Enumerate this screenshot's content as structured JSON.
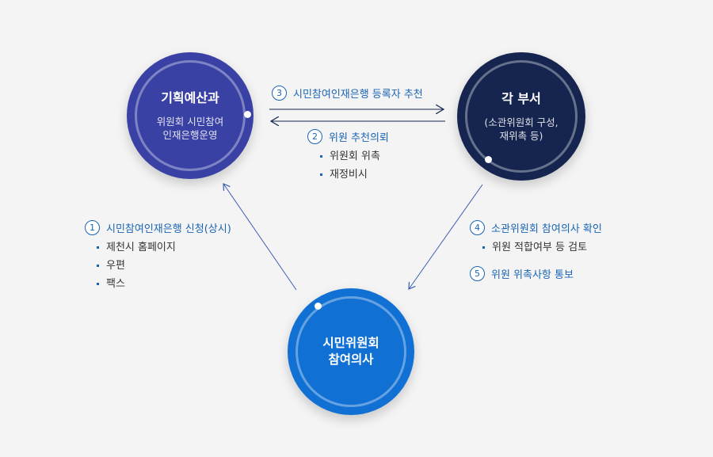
{
  "nodes": {
    "planning_dept": {
      "title": "기획예산과",
      "subtitle_lines": [
        "위원회 시민참여",
        "인재은행운영"
      ]
    },
    "each_dept": {
      "title": "각 부서",
      "subtitle_lines": [
        "(소관위원회 구성,",
        "재위촉 등)"
      ]
    },
    "citizen_member": {
      "title_lines": [
        "시민위원회",
        "참여의사"
      ]
    }
  },
  "steps": [
    {
      "num": "1",
      "label": "시민참여인재은행 신청(상시)",
      "bullets": [
        "제천시 홈페이지",
        "우편",
        "팩스"
      ]
    },
    {
      "num": "2",
      "label": "위원 추천의뢰",
      "bullets": [
        "위원회 위촉",
        "재정비시"
      ]
    },
    {
      "num": "3",
      "label": "시민참여인재은행 등록자 추천",
      "bullets": []
    },
    {
      "num": "4",
      "label": "소관위원회 참여의사 확인",
      "bullets": [
        "위원 적합여부 등 검토"
      ]
    },
    {
      "num": "5",
      "label": "위원 위촉사항 통보",
      "bullets": []
    }
  ],
  "colors": {
    "planning_dept": "#3a41a4",
    "each_dept": "#15254f",
    "citizen_member": "#1170d3",
    "accent_text": "#1a64b4",
    "background": "#f4f4f4"
  }
}
